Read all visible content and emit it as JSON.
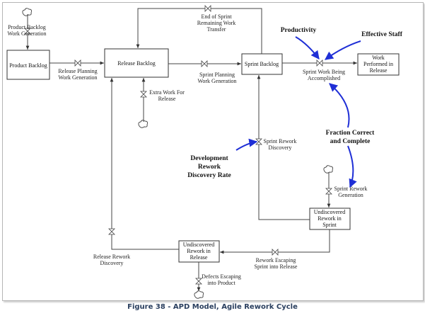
{
  "stocks": {
    "product_backlog": "Product Backlog",
    "release_backlog": "Release Backlog",
    "sprint_backlog": "Sprint Backlog",
    "work_performed": [
      "Work",
      "Performed in",
      "Release"
    ],
    "undiscovered_sprint": [
      "Undiscovered",
      "Rework in",
      "Sprint"
    ],
    "undiscovered_release": [
      "Undiscovered",
      "Rework in",
      "Release"
    ]
  },
  "flows": {
    "product_backlog_generation": [
      "Product Backlog",
      "Work Generation"
    ],
    "release_planning": [
      "Release Planning",
      "Work Generation"
    ],
    "end_of_sprint": [
      "End of Sprint",
      "Remaining Work",
      "Transfer"
    ],
    "sprint_planning": [
      "Sprint Planning",
      "Work Generation"
    ],
    "sprint_work": [
      "Sprint Work Being",
      "Accomplished"
    ],
    "extra_work": [
      "Extra Work For",
      "Release"
    ],
    "sprint_rework_discovery": [
      "Sprint Rework",
      "Discovery"
    ],
    "sprint_rework_generation": [
      "Sprint Rework",
      "Generation"
    ],
    "release_rework_discovery": [
      "Release Rework",
      "Discovery"
    ],
    "rework_escaping": [
      "Rework Escaping",
      "Sprint into Release"
    ],
    "defects_escaping": [
      "Defects Escaping",
      "into Product"
    ]
  },
  "influences": {
    "productivity": "Productivity",
    "effective_staff": "Effective Staff",
    "fraction_correct": [
      "Fraction Correct",
      "and Complete"
    ],
    "development_rework": [
      "Development",
      "Rework",
      "Discovery Rate"
    ]
  },
  "caption": "Figure 38 - APD Model, Agile Rework Cycle",
  "colors": {
    "influence_arrow": "#1f2fd6",
    "caption_text": "#2a3f5f"
  }
}
